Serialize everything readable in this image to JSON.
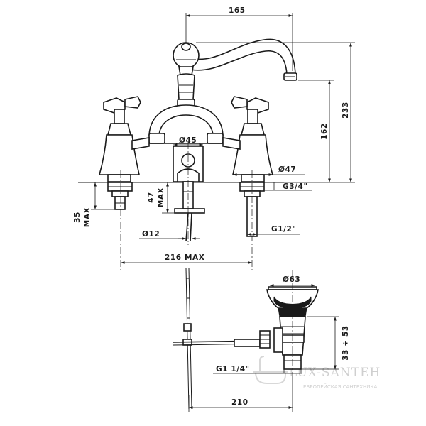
{
  "dimensions": {
    "top_width": "165",
    "total_height": "233",
    "spout_height": "162",
    "body_diameter": "Ø45",
    "base_diameter": "Ø47",
    "inlet_thread": "G3/4\"",
    "shank_thread": "G1/2\"",
    "shank_diameter": "Ø12",
    "max_height_small": "47",
    "max_word": "MAX",
    "max_depth_small": "35",
    "span_max": "216 MAX",
    "waste_diameter": "Ø63",
    "waste_height": "33 ÷ 53",
    "waste_thread": "G1 1/4\"",
    "pull_rod_length": "210"
  },
  "watermark": {
    "brand": "LUX-SANTEH",
    "tagline": "ЕВРОПЕЙСКАЯ САНТЕХНИКА"
  }
}
